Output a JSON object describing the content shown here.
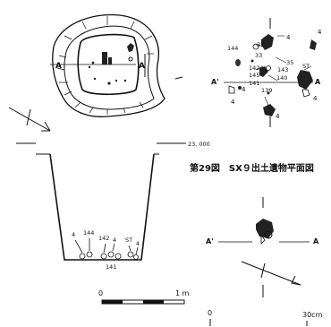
{
  "caption": "第29図　SX９出土遺物平面図",
  "left_plan": {
    "section_marks": {
      "left": "A",
      "right": "A"
    },
    "elevation_label": "23. 000"
  },
  "left_section": {
    "find_labels": [
      "4",
      "144",
      "142",
      "4",
      "ST",
      "4",
      "141"
    ]
  },
  "left_scale": {
    "start": "0",
    "end": "1 m"
  },
  "right_upper": {
    "section_marks": {
      "left": "A'",
      "right": "A"
    },
    "find_labels": [
      "144",
      "31",
      "33",
      "35",
      "142",
      "143",
      "145",
      "140",
      "141",
      "139",
      "4",
      "4",
      "ST",
      "4",
      "4",
      "4",
      "4"
    ]
  },
  "right_lower": {
    "section_marks": {
      "left": "A'",
      "right": "A"
    }
  },
  "right_scale": {
    "start": "0",
    "end": "30cm"
  }
}
